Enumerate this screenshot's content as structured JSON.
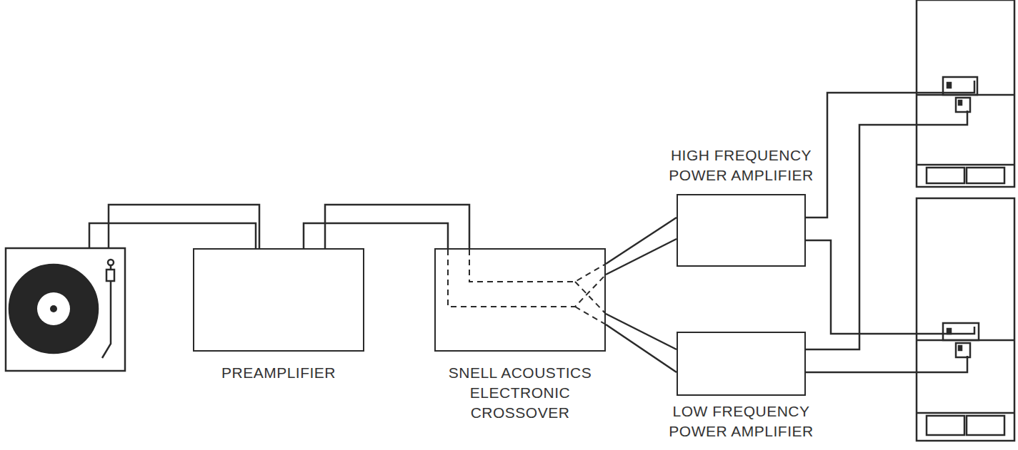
{
  "diagram": {
    "nodes": [
      {
        "text": [
          "PREAMPLIFIER"
        ]
      },
      {
        "text": [
          "SNELL ACOUSTICS ELECTRONIC CROSSOVER"
        ]
      },
      {
        "text": [
          "HIGH FREQUENCY POWER AMPLIFIER"
        ]
      },
      {
        "text": [
          "LOW FREQUENCY POWER AMPLIFIER"
        ]
      }
    ],
    "edges": [
      {
        "from": 0,
        "to": 1,
        "arrow": "none"
      },
      {
        "from": 0,
        "to": 1,
        "arrow": "none"
      },
      {
        "from": 1,
        "to": 2,
        "arrow": "none"
      },
      {
        "from": 1,
        "to": 2,
        "arrow": "none"
      },
      {
        "from": 1,
        "to": 3,
        "arrow": "none"
      },
      {
        "from": 1,
        "to": 3,
        "arrow": "none"
      }
    ]
  }
}
